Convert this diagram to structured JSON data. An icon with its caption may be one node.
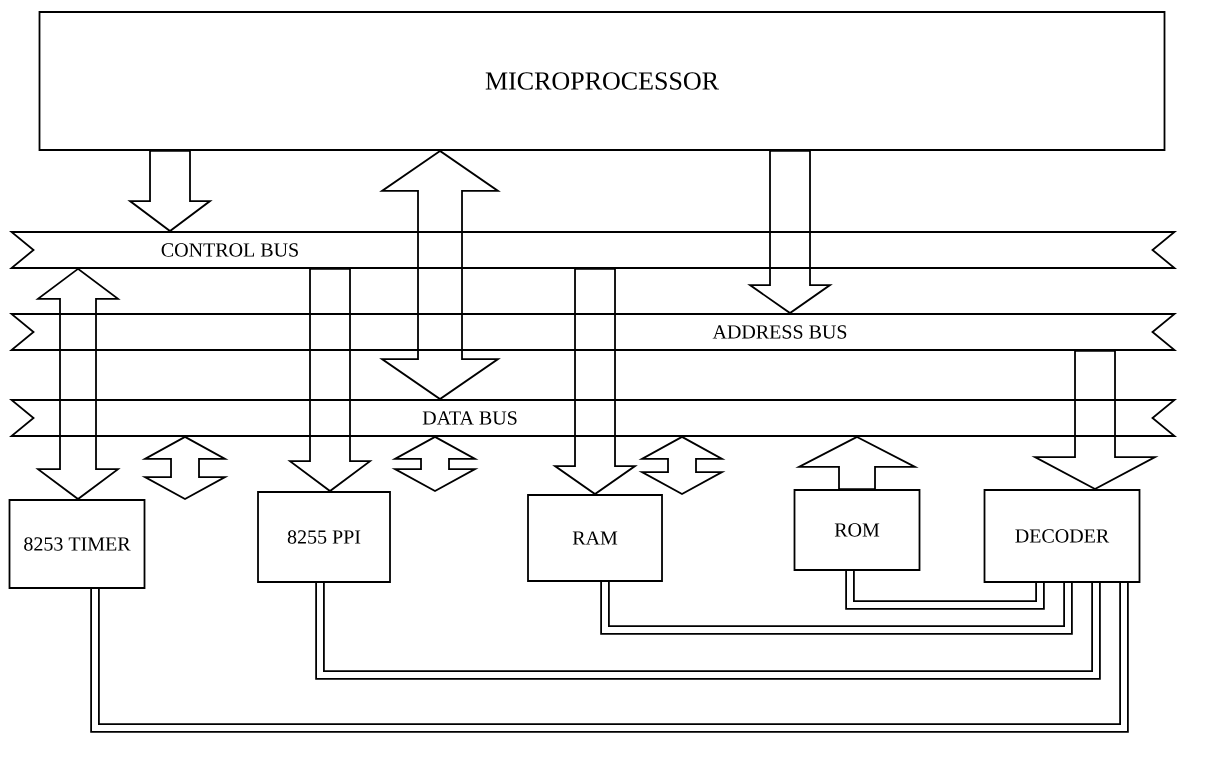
{
  "diagram": {
    "nodes": [
      {
        "text": [
          "MICROPROCESSOR"
        ]
      },
      {
        "text": [
          "CONTROL BUS"
        ]
      },
      {
        "text": [
          "ADDRESS BUS"
        ]
      },
      {
        "text": [
          "DATA BUS"
        ]
      },
      {
        "text": [
          "8253 TIMER"
        ]
      },
      {
        "text": [
          "8255 PPI"
        ]
      },
      {
        "text": [
          "RAM"
        ]
      },
      {
        "text": [
          "ROM"
        ]
      },
      {
        "text": [
          "DECODER"
        ]
      }
    ],
    "edges": [
      {
        "from": 0,
        "to": 1,
        "arrow": "to"
      },
      {
        "from": 0,
        "to": 3,
        "arrow": "both"
      },
      {
        "from": 0,
        "to": 2,
        "arrow": "to"
      },
      {
        "from": 1,
        "to": 4,
        "arrow": "both"
      },
      {
        "from": 3,
        "to": 4,
        "arrow": "both"
      },
      {
        "from": 1,
        "to": 5,
        "arrow": "to"
      },
      {
        "from": 3,
        "to": 5,
        "arrow": "both"
      },
      {
        "from": 1,
        "to": 6,
        "arrow": "to"
      },
      {
        "from": 3,
        "to": 6,
        "arrow": "both"
      },
      {
        "from": 7,
        "to": 3,
        "arrow": "to"
      },
      {
        "from": 2,
        "to": 8,
        "arrow": "to"
      },
      {
        "from": 8,
        "to": 7,
        "arrow": "none"
      },
      {
        "from": 8,
        "to": 6,
        "arrow": "none"
      },
      {
        "from": 8,
        "to": 5,
        "arrow": "none"
      },
      {
        "from": 8,
        "to": 4,
        "arrow": "none"
      }
    ]
  }
}
